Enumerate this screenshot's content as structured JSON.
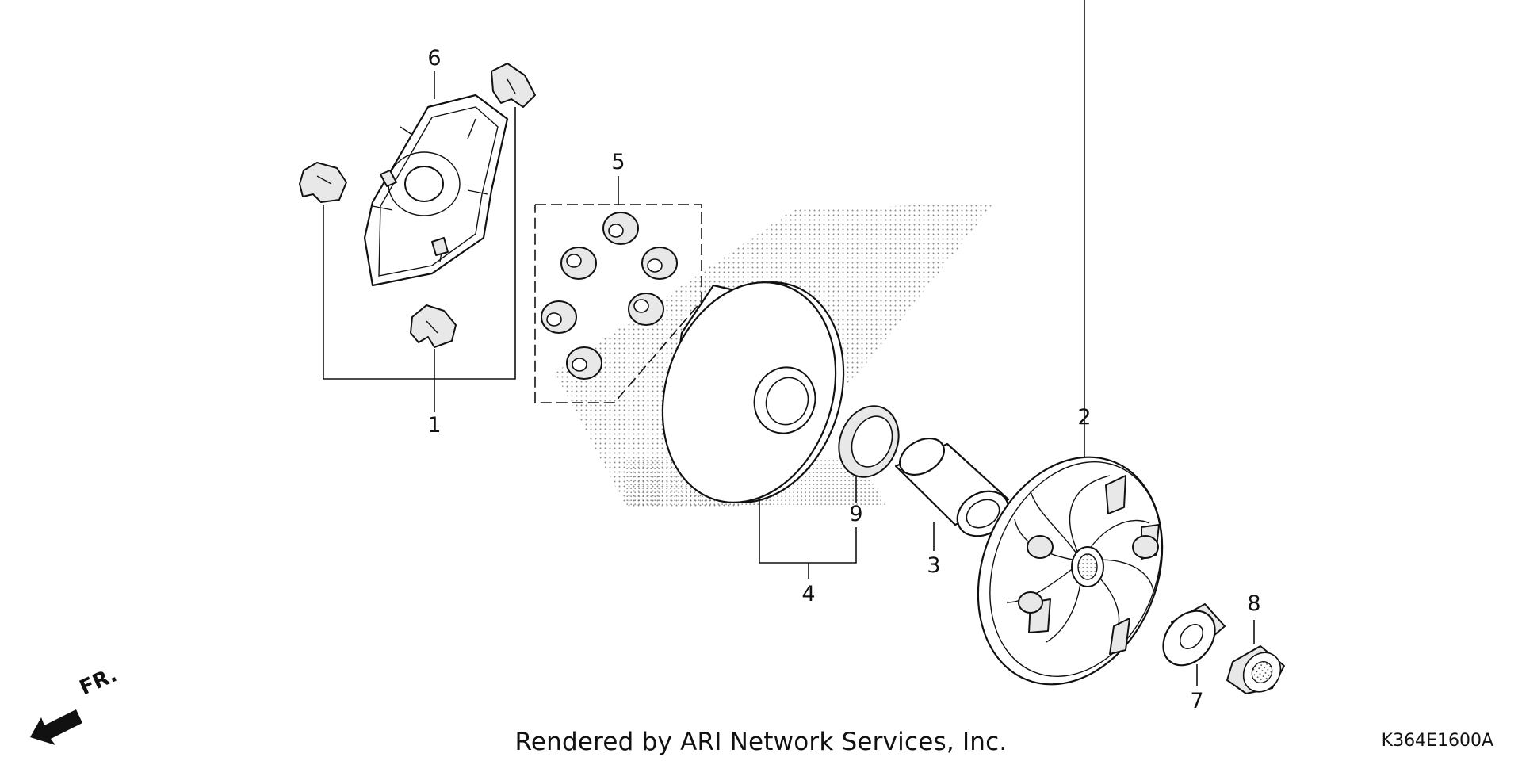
{
  "diagram": {
    "callouts": [
      {
        "id": "1",
        "label": "1"
      },
      {
        "id": "2",
        "label": "2"
      },
      {
        "id": "3",
        "label": "3"
      },
      {
        "id": "4",
        "label": "4"
      },
      {
        "id": "5",
        "label": "5"
      },
      {
        "id": "6",
        "label": "6"
      },
      {
        "id": "7",
        "label": "7"
      },
      {
        "id": "8",
        "label": "8"
      },
      {
        "id": "9",
        "label": "9"
      }
    ],
    "direction_label": "FR.",
    "credit": "Rendered by ARI Network Services, Inc.",
    "diagram_code": "K364E1600A"
  }
}
